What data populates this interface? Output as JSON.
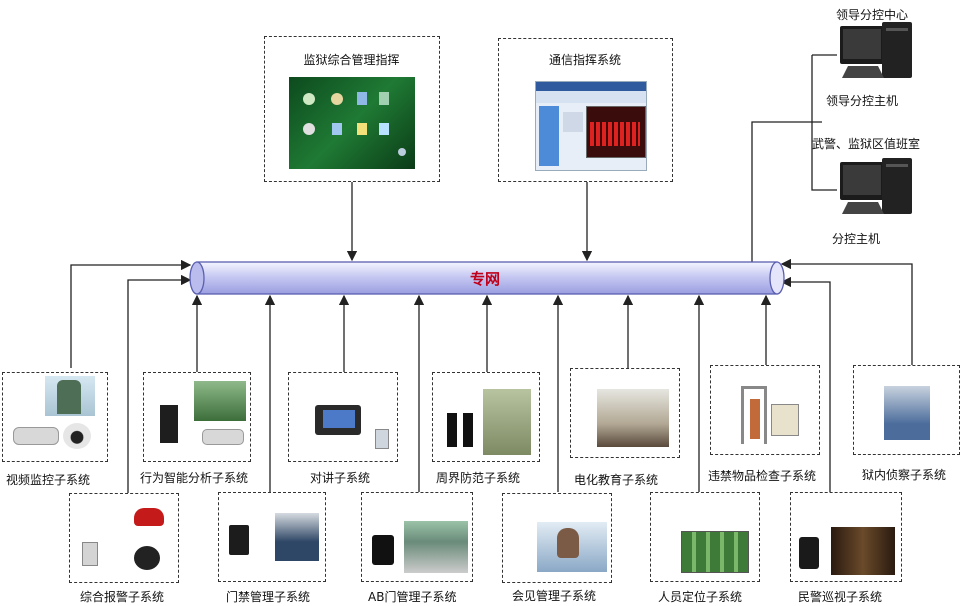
{
  "network": {
    "label": "专网",
    "color": "#c0001a"
  },
  "top": {
    "command": {
      "title": "监狱综合管理指挥"
    },
    "comm": {
      "title": "通信指挥系统"
    }
  },
  "right": {
    "leader_center": "领导分控中心",
    "leader_host": "领导分控主机",
    "duty_room": "武警、监狱区值班室",
    "sub_host": "分控主机"
  },
  "subsystems_top_row": [
    {
      "name": "视频监控子系统"
    },
    {
      "name": "行为智能分析子系统"
    },
    {
      "name": "对讲子系统"
    },
    {
      "name": "周界防范子系统"
    },
    {
      "name": "电化教育子系统"
    },
    {
      "name": "违禁物品检查子系统"
    },
    {
      "name": "狱内侦察子系统"
    }
  ],
  "subsystems_bottom_row": [
    {
      "name": "综合报警子系统"
    },
    {
      "name": "门禁管理子系统"
    },
    {
      "name": "AB门管理子系统"
    },
    {
      "name": "会见管理子系统"
    },
    {
      "name": "人员定位子系统"
    },
    {
      "name": "民警巡视子系统"
    }
  ]
}
